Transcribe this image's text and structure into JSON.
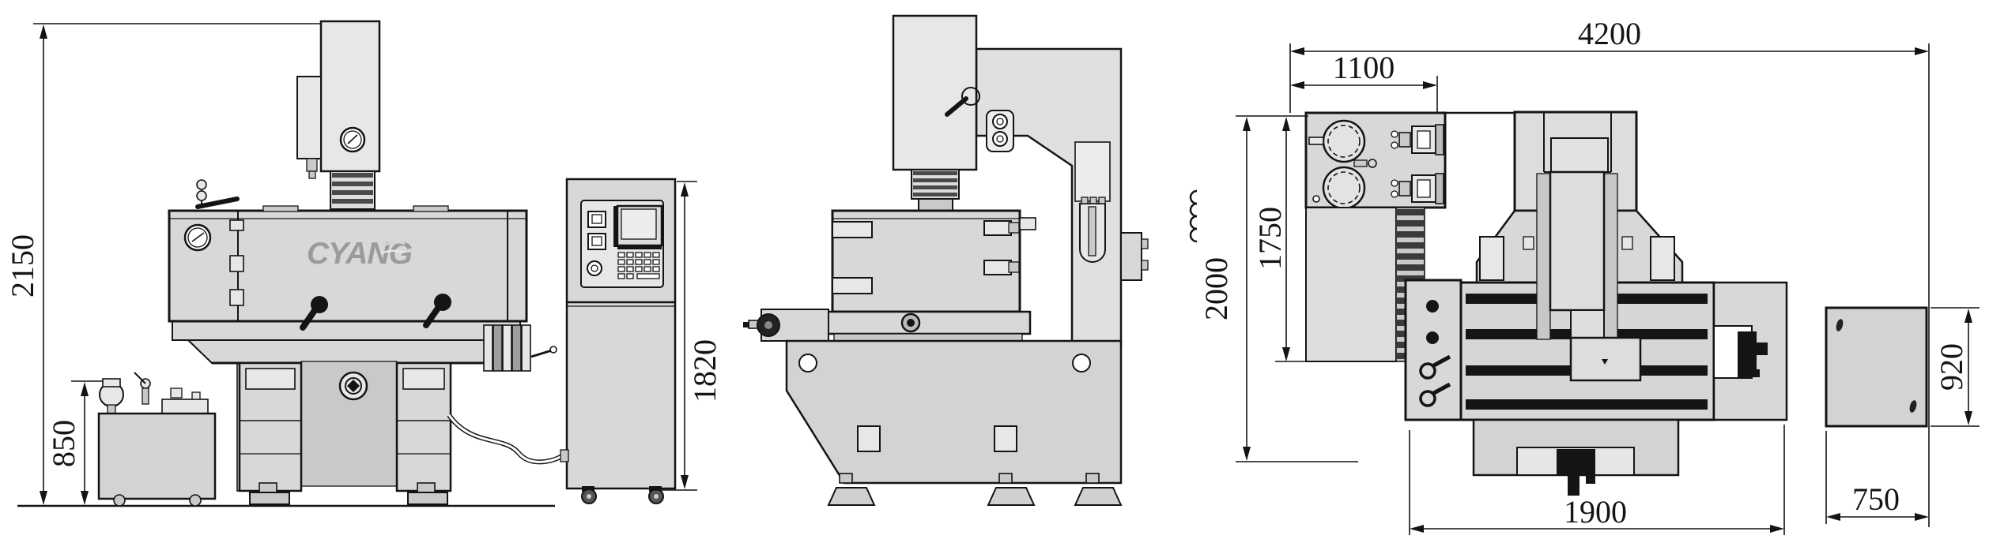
{
  "drawing_type": "EDM machine dimensional outline drawing (front view, side view, top plan view)",
  "brand": {
    "logo_text": "CYANG",
    "logo_color": "#9b9b9b"
  },
  "units": "mm",
  "dims": {
    "overall_height": "2150",
    "tank_unit_height": "850",
    "cabinet_front_height": "1820",
    "overall_width": "4200",
    "filter_unit_width": "1100",
    "overall_depth": "2000",
    "machine_depth": "1750",
    "controller_depth": "920",
    "controller_width": "750",
    "base_width": "1900"
  },
  "colors": {
    "background": "#ffffff",
    "outline": "#141414",
    "machine_fill": "#d8d8d8",
    "machine_fill_light": "#e7e7e7",
    "logo_gray": "#9b9b9b"
  }
}
